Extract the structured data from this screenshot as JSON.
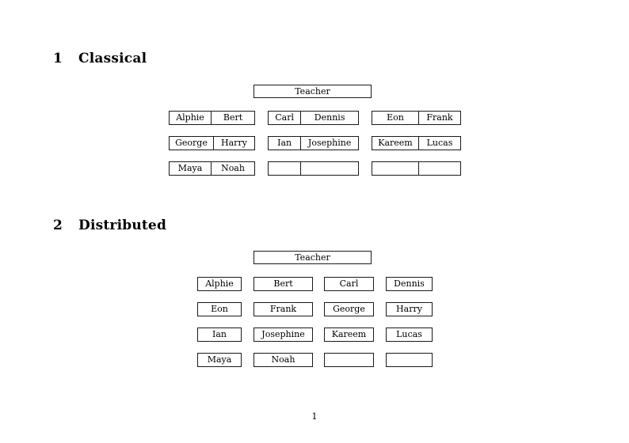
{
  "document": {
    "page_number": "1",
    "border_color": "#1a1a1a",
    "background": "#ffffff",
    "text_color": "#000000"
  },
  "sections": [
    {
      "number": "1",
      "title": "Classical",
      "teacher_label": "Teacher",
      "layout": "paired",
      "groups": [
        {
          "rows": [
            {
              "cells": [
                "Alphie",
                "Bert"
              ]
            },
            {
              "cells": [
                "George",
                "Harry"
              ]
            },
            {
              "cells": [
                "Maya",
                "Noah"
              ]
            }
          ]
        },
        {
          "rows": [
            {
              "cells": [
                "Carl",
                "Dennis"
              ]
            },
            {
              "cells": [
                "Ian",
                "Josephine"
              ]
            },
            {
              "cells": [
                "",
                ""
              ]
            }
          ]
        },
        {
          "rows": [
            {
              "cells": [
                "Eon",
                "Frank"
              ]
            },
            {
              "cells": [
                "Kareem",
                "Lucas"
              ]
            },
            {
              "cells": [
                "",
                ""
              ]
            }
          ]
        }
      ]
    },
    {
      "number": "2",
      "title": "Distributed",
      "teacher_label": "Teacher",
      "layout": "single",
      "rows": [
        {
          "cells": [
            "Alphie",
            "Bert",
            "Carl",
            "Dennis"
          ]
        },
        {
          "cells": [
            "Eon",
            "Frank",
            "George",
            "Harry"
          ]
        },
        {
          "cells": [
            "Ian",
            "Josephine",
            "Kareem",
            "Lucas"
          ]
        },
        {
          "cells": [
            "Maya",
            "Noah",
            "",
            ""
          ]
        }
      ]
    }
  ]
}
